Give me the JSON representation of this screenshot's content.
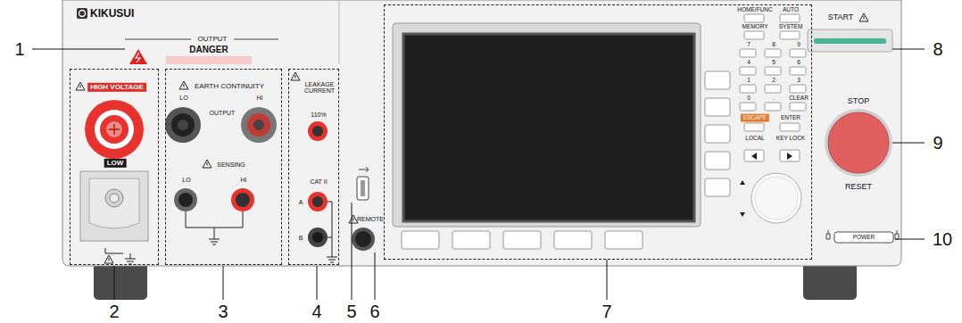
{
  "diagram": {
    "nodes": [
      {
        "text": [
          "HIGH VOLTAGE",
          "LOW"
        ]
      },
      {
        "text": [
          "EARTH CONTINUITY",
          "OUTPUT",
          "LO",
          "HI",
          "SENSING",
          "LO",
          "HI"
        ]
      },
      {
        "text": [
          "LEAKAGE CURRENT",
          "110%",
          "CAT II",
          "A",
          "B"
        ]
      },
      {
        "text": [
          "HOME/FUNC",
          "AUTO",
          "MEMORY",
          "SYSTEM",
          "7",
          "8",
          "9",
          "4",
          "5",
          "6",
          "1",
          "2",
          "3",
          "0",
          ".",
          "CLEAR",
          "ESCAPE",
          "LOCAL",
          "ENTER",
          "KEY LOCK"
        ]
      }
    ],
    "edges": [],
    "labels": [
      "KIKUSUI",
      "OUTPUT",
      "DANGER",
      "REMOTE",
      "START",
      "STOP",
      "RESET",
      "POWER",
      "1",
      "2",
      "3",
      "4",
      "5",
      "6",
      "7",
      "8",
      "9",
      "10"
    ]
  }
}
